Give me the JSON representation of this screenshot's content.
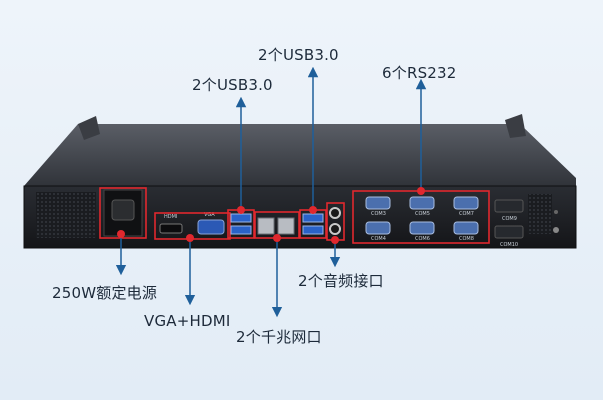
{
  "callouts": {
    "usb_left": "2个USB3.0",
    "usb_right": "2个USB3.0",
    "rs232": "6个RS232",
    "power": "250W额定电源",
    "vga_hdmi": "VGA+HDMI",
    "lan": "2个千兆网口",
    "audio": "2个音频接口"
  },
  "panel_text": {
    "hdmi": "HDMI",
    "vga": "VGA",
    "com3": "COM3",
    "com5": "COM5",
    "com7": "COM7",
    "com4": "COM4",
    "com6": "COM6",
    "com8": "COM8",
    "com9": "COM9",
    "com10": "COM10"
  },
  "colors": {
    "callout_red": "#e0282e",
    "arrow_blue": "#1f5f9a",
    "chassis": "#1c1e22"
  }
}
